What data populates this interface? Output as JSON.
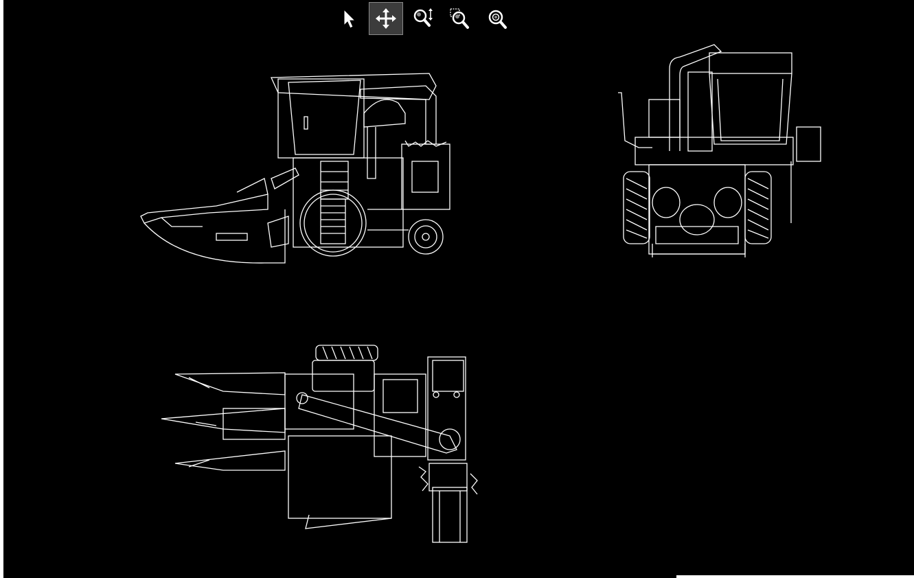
{
  "toolbar": {
    "tools": [
      {
        "id": "select",
        "icon": "pointer-arrow-icon",
        "active": false
      },
      {
        "id": "pan",
        "icon": "pan-move-icon",
        "active": true
      },
      {
        "id": "zoom-realtime",
        "icon": "zoom-realtime-icon",
        "active": false
      },
      {
        "id": "zoom-window",
        "icon": "zoom-window-icon",
        "active": false
      },
      {
        "id": "zoom-extents",
        "icon": "zoom-extents-icon",
        "active": false
      }
    ]
  },
  "drawing": {
    "background": "#000000",
    "stroke": "#ffffff",
    "views": [
      "side-elevation-view",
      "front-elevation-view",
      "top-plan-view"
    ]
  }
}
